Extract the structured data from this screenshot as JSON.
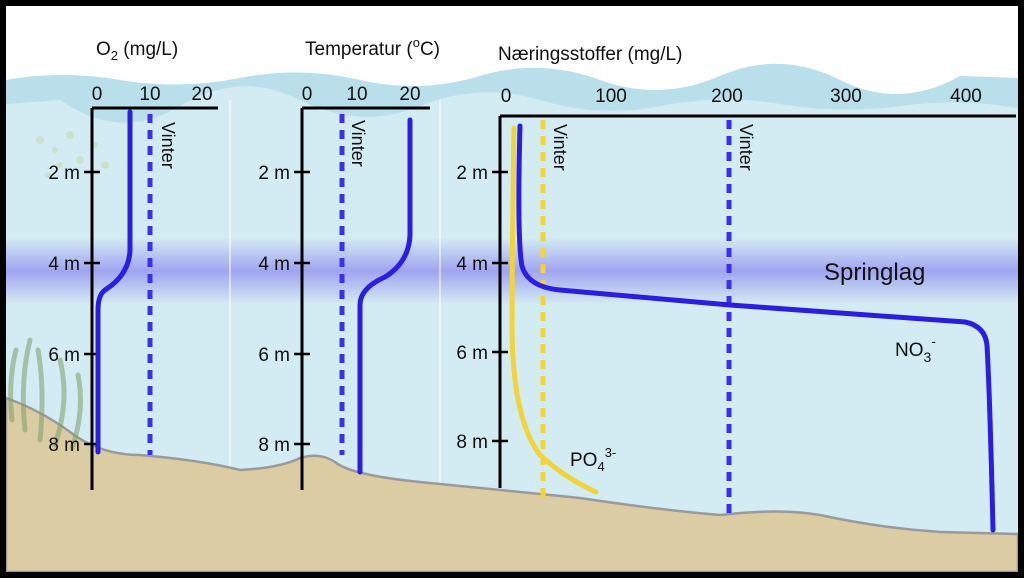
{
  "panels": {
    "o2": {
      "title_main": "O",
      "title_sub": "2",
      "title_unit": " (mg/L)",
      "ticks": [
        "0",
        "10",
        "20"
      ],
      "depths": [
        "2 m",
        "4 m",
        "6 m",
        "8 m"
      ],
      "vinter_label": "Vinter"
    },
    "temp": {
      "title_main": "Temperatur (",
      "title_sup": "o",
      "title_end": "C)",
      "ticks": [
        "0",
        "10",
        "20"
      ],
      "depths": [
        "2 m",
        "4 m",
        "6 m",
        "8 m"
      ],
      "vinter_label": "Vinter"
    },
    "nutrients": {
      "title": "Næringsstoffer (mg/L)",
      "ticks": [
        "0",
        "100",
        "200",
        "300",
        "400"
      ],
      "depths": [
        "2 m",
        "4 m",
        "6 m",
        "8 m"
      ],
      "vinter_label_1": "Vinter",
      "vinter_label_2": "Vinter",
      "no3_main": "NO",
      "no3_sub": "3",
      "no3_sup": "-",
      "po4_main": "PO",
      "po4_sub": "4",
      "po4_sup": "3-"
    }
  },
  "layer_label": "Springlag",
  "colors": {
    "water": "#d3ebf2",
    "sediment": "#dccca3",
    "summer_line": "#2b1ee0",
    "winter_line": "#3d2ef0",
    "po4_line": "#f0d43a",
    "thermocline": "#8f8cf0"
  }
}
